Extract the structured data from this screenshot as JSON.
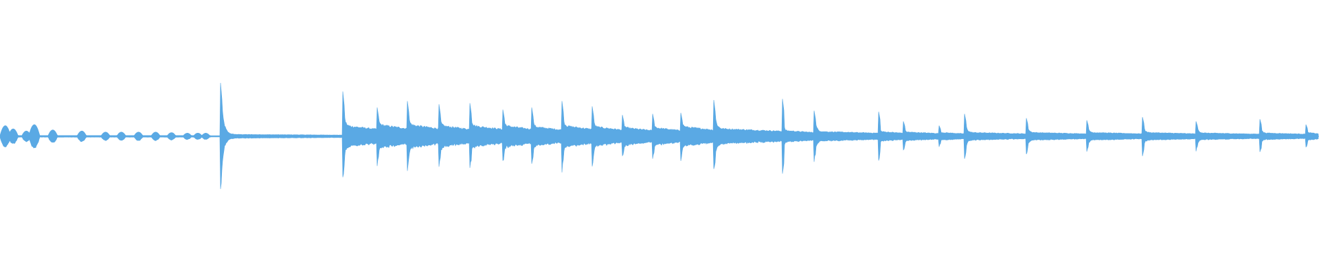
{
  "waveform": {
    "color": "#5aa9e4",
    "background": "#ffffff",
    "segments": [
      {
        "name": "intro-blips",
        "start": 0.0,
        "end": 0.16,
        "baseline": 0.008,
        "kind": "blips",
        "blips": [
          [
            0.004,
            0.1
          ],
          [
            0.01,
            0.07
          ],
          [
            0.02,
            0.05
          ],
          [
            0.026,
            0.11
          ],
          [
            0.04,
            0.06
          ],
          [
            0.062,
            0.05
          ],
          [
            0.08,
            0.04
          ],
          [
            0.092,
            0.04
          ],
          [
            0.105,
            0.04
          ],
          [
            0.118,
            0.04
          ],
          [
            0.13,
            0.035
          ],
          [
            0.142,
            0.03
          ],
          [
            0.15,
            0.03
          ],
          [
            0.156,
            0.03
          ]
        ]
      },
      {
        "name": "quiet-tail",
        "start": 0.16,
        "end": 0.167,
        "baseline": 0.006,
        "kind": "flat"
      }
    ],
    "hits": [
      {
        "time": 0.167,
        "peak": 0.5,
        "sustain": 0.02,
        "decay": 6.0
      },
      {
        "time": 0.26,
        "peak": 0.42,
        "sustain": 0.11,
        "decay": 3.0
      },
      {
        "time": 0.286,
        "peak": 0.27,
        "sustain": 0.12,
        "decay": 3.0
      },
      {
        "time": 0.309,
        "peak": 0.33,
        "sustain": 0.12,
        "decay": 3.0
      },
      {
        "time": 0.333,
        "peak": 0.3,
        "sustain": 0.11,
        "decay": 3.0
      },
      {
        "time": 0.356,
        "peak": 0.31,
        "sustain": 0.11,
        "decay": 3.0
      },
      {
        "time": 0.381,
        "peak": 0.25,
        "sustain": 0.11,
        "decay": 3.0
      },
      {
        "time": 0.403,
        "peak": 0.27,
        "sustain": 0.1,
        "decay": 3.0
      },
      {
        "time": 0.426,
        "peak": 0.33,
        "sustain": 0.11,
        "decay": 3.0
      },
      {
        "time": 0.449,
        "peak": 0.28,
        "sustain": 0.1,
        "decay": 3.0
      },
      {
        "time": 0.472,
        "peak": 0.2,
        "sustain": 0.09,
        "decay": 3.0
      },
      {
        "time": 0.495,
        "peak": 0.21,
        "sustain": 0.09,
        "decay": 3.0
      },
      {
        "time": 0.516,
        "peak": 0.22,
        "sustain": 0.1,
        "decay": 3.0
      },
      {
        "time": 0.541,
        "peak": 0.34,
        "sustain": 0.08,
        "decay": 4.5
      },
      {
        "time": 0.593,
        "peak": 0.35,
        "sustain": 0.06,
        "decay": 4.5
      },
      {
        "time": 0.617,
        "peak": 0.24,
        "sustain": 0.05,
        "decay": 4.5
      },
      {
        "time": 0.666,
        "peak": 0.23,
        "sustain": 0.05,
        "decay": 4.5
      },
      {
        "time": 0.685,
        "peak": 0.14,
        "sustain": 0.045,
        "decay": 4.5
      },
      {
        "time": 0.712,
        "peak": 0.1,
        "sustain": 0.04,
        "decay": 4.5
      },
      {
        "time": 0.731,
        "peak": 0.21,
        "sustain": 0.04,
        "decay": 4.5
      },
      {
        "time": 0.778,
        "peak": 0.17,
        "sustain": 0.04,
        "decay": 4.5
      },
      {
        "time": 0.824,
        "peak": 0.15,
        "sustain": 0.04,
        "decay": 4.5
      },
      {
        "time": 0.866,
        "peak": 0.18,
        "sustain": 0.04,
        "decay": 4.5
      },
      {
        "time": 0.907,
        "peak": 0.14,
        "sustain": 0.035,
        "decay": 4.5
      },
      {
        "time": 0.955,
        "peak": 0.16,
        "sustain": 0.035,
        "decay": 4.5
      },
      {
        "time": 0.99,
        "peak": 0.11,
        "sustain": 0.04,
        "decay": 3.5
      }
    ]
  }
}
